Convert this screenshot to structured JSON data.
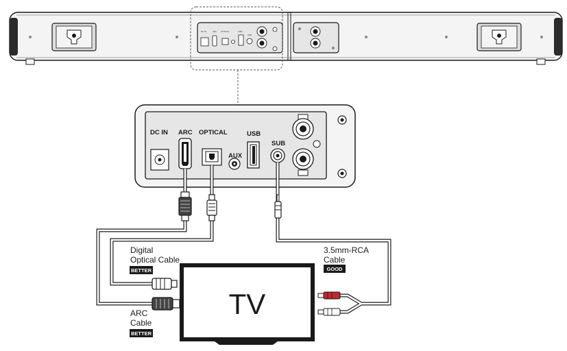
{
  "panel": {
    "dc_in": "DC IN",
    "arc": "ARC",
    "optical": "OPTICAL",
    "aux": "AUX",
    "usb": "USB",
    "sub": "SUB"
  },
  "tv": {
    "label": "TV"
  },
  "cables": {
    "optical": {
      "line1": "Digital",
      "line2": "Optical Cable",
      "badge": "BETTER"
    },
    "arc": {
      "line1": "ARC",
      "line2": "Cable",
      "badge": "BETTER"
    },
    "rca": {
      "line1": "3.5mm-RCA",
      "line2": "Cable",
      "badge": "GOOD"
    }
  },
  "colors": {
    "line": "#1a1a1a",
    "panel_fill": "#e6e6e6",
    "rca_red": "#c0282d",
    "badge": "#1a1a1a"
  }
}
